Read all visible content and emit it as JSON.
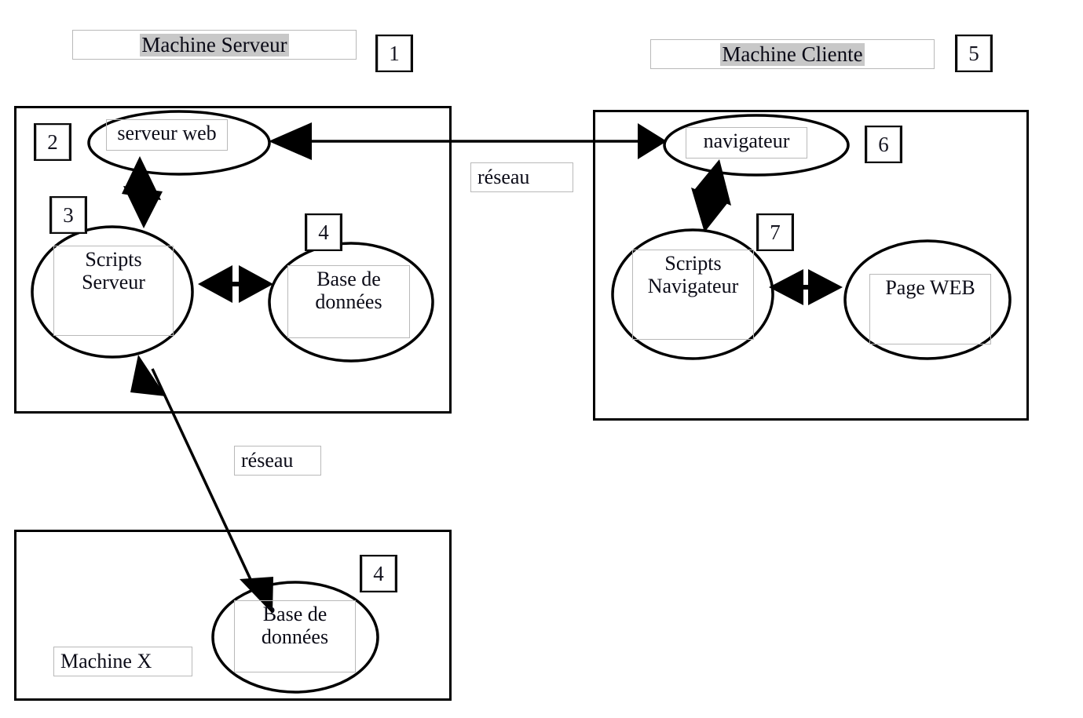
{
  "diagram": {
    "title_server": "Machine Serveur",
    "title_client": "Machine Cliente",
    "machine_x_label": "Machine X",
    "network_label_top": "réseau",
    "network_label_bottom": "réseau"
  },
  "badges": {
    "server_machine": "1",
    "server_web": "2",
    "server_scripts": "3",
    "server_db": "4",
    "client_machine": "5",
    "client_browser": "6",
    "client_scripts": "7",
    "machinex_db": "4"
  },
  "nodes": {
    "serveur_web": "serveur web",
    "scripts_serveur": "Scripts\nServeur",
    "base_donnees_server": "Base de\ndonnées",
    "navigateur": "navigateur",
    "scripts_navigateur": "Scripts\nNavigateur",
    "page_web": "Page WEB",
    "base_donnees_machinex": "Base de\ndonnées"
  },
  "colors": {
    "stroke": "#000000",
    "light_border": "#b9b9b9",
    "highlight": "#c8c8c8",
    "background": "#ffffff"
  },
  "connections": [
    {
      "name": "serveur-web-to-navigateur",
      "kind": "double-arrow-horizontal",
      "label": "réseau"
    },
    {
      "name": "serveur-web-to-scripts-serveur",
      "kind": "double-arrow-vertical"
    },
    {
      "name": "scripts-serveur-to-base-donnees",
      "kind": "double-arrow-horizontal"
    },
    {
      "name": "scripts-serveur-to-machinex-db",
      "kind": "double-arrow-diagonal",
      "label": "réseau"
    },
    {
      "name": "navigateur-to-scripts-navigateur",
      "kind": "double-arrow-vertical"
    },
    {
      "name": "scripts-navigateur-to-page-web",
      "kind": "double-arrow-horizontal"
    }
  ]
}
